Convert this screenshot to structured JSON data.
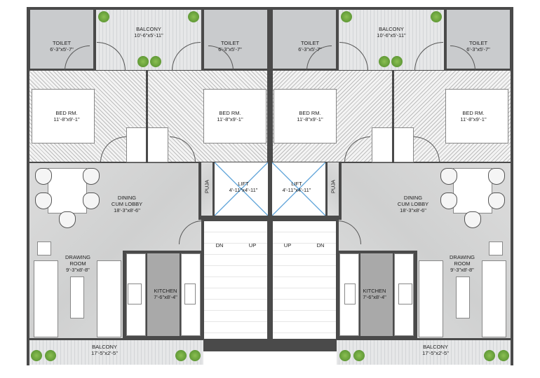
{
  "units": [
    {
      "toilet_a": {
        "name": "TOILET",
        "dim": "6'-3\"x5'-7\""
      },
      "balcony_top": {
        "name": "BALCONY",
        "dim": "10'-6\"x5'-11\""
      },
      "toilet_b": {
        "name": "TOILET",
        "dim": "6'-3\"x5'-7\""
      },
      "bed_a": {
        "name": "BED RM.",
        "dim": "11'-8\"x9'-1\""
      },
      "bed_b": {
        "name": "BED RM.",
        "dim": "11'-8\"x9'-1\""
      },
      "dining": {
        "name": "DINING\nCUM LOBBY",
        "dim": "18'-3\"x8'-6\""
      },
      "puja": {
        "name": "PUJA"
      },
      "lift": {
        "name": "LIFT",
        "dim": "4'-11\"x4'-11\""
      },
      "drawing": {
        "name": "DRAWING\nROOM",
        "dim": "9'-3\"x8'-8\""
      },
      "kitchen": {
        "name": "KITCHEN",
        "dim": "7'-6\"x8'-4\""
      },
      "balcony_bottom": {
        "name": "BALCONY",
        "dim": "17'-5\"x2'-5\""
      },
      "stairs": {
        "dn": "DN",
        "up": "UP"
      }
    },
    {
      "toilet_a": {
        "name": "TOILET",
        "dim": "6'-3\"x5'-7\""
      },
      "balcony_top": {
        "name": "BALCONY",
        "dim": "10'-6\"x5'-11\""
      },
      "toilet_b": {
        "name": "TOILET",
        "dim": "6'-3\"x5'-7\""
      },
      "bed_a": {
        "name": "BED RM.",
        "dim": "11'-8\"x9'-1\""
      },
      "bed_b": {
        "name": "BED RM.",
        "dim": "11'-8\"x9'-1\""
      },
      "dining": {
        "name": "DINING\nCUM LOBBY",
        "dim": "18'-3\"x8'-6\""
      },
      "puja": {
        "name": "PUJA"
      },
      "lift": {
        "name": "LIFT",
        "dim": "4'-11\"x4'-11\""
      },
      "drawing": {
        "name": "DRAWING\nROOM",
        "dim": "9'-3\"x8'-8\""
      },
      "kitchen": {
        "name": "KITCHEN",
        "dim": "7'-6\"x8'-4\""
      },
      "balcony_bottom": {
        "name": "BALCONY",
        "dim": "17'-5\"x2'-5\""
      },
      "stairs": {
        "dn": "DN",
        "up": "UP"
      }
    }
  ]
}
